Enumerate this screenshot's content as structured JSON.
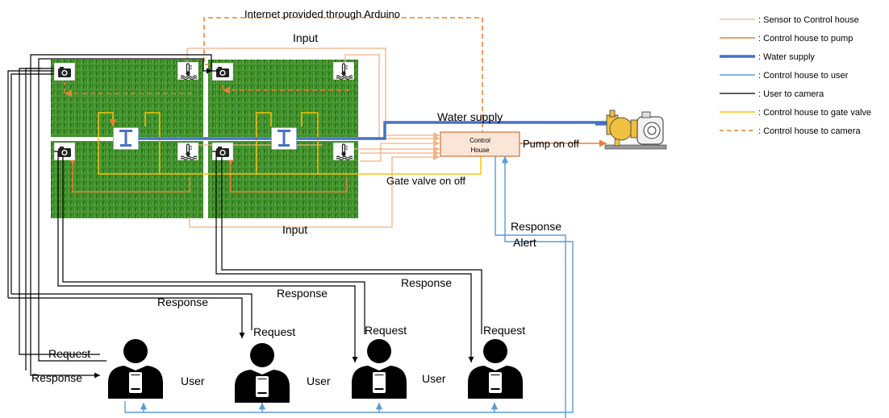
{
  "labels": {
    "internet": "Internet provided through Arduino",
    "input_top": "Input",
    "input_bottom": "Input",
    "water_supply": "Water supply",
    "control_house": [
      "Control",
      "House"
    ],
    "pump_on_off": "Pump on off",
    "gate_valve": "Gate valve on off",
    "response_right": "Response",
    "alert": "Alert"
  },
  "users": [
    {
      "request": "Request",
      "response": "Response",
      "user": "User"
    },
    {
      "request": "Request",
      "response": "Response",
      "user": "User"
    },
    {
      "request": "Request",
      "response": "Response",
      "user": "User"
    },
    {
      "request": "Request",
      "response": "Response",
      "user": ""
    }
  ],
  "legend": [
    {
      "label": ": Sensor to Control house",
      "color": "#f4b183",
      "style": "solid",
      "width": 1.3
    },
    {
      "label": ": Control house to pump",
      "color": "#ed7d31",
      "style": "solid",
      "width": 1.5
    },
    {
      "label": ": Water supply",
      "color": "#4472c4",
      "style": "solid",
      "width": 3.5
    },
    {
      "label": ": Control house to user",
      "color": "#5b9bd5",
      "style": "solid",
      "width": 1.5
    },
    {
      "label": ": User to camera",
      "color": "#000000",
      "style": "solid",
      "width": 1.3
    },
    {
      "label": ": Control house to gate valve",
      "color": "#ffc000",
      "style": "solid",
      "width": 1.5
    },
    {
      "label": ": Control house to camera",
      "color": "#ed7d31",
      "style": "dashed",
      "width": 1.5
    }
  ],
  "icons": {
    "camera": "camera-icon",
    "thermometer": "water-temperature-icon",
    "valve": "gate-valve-icon",
    "pump": "water-pump-icon",
    "user": "user-with-phone-icon"
  },
  "colors": {
    "grass": "#3f8f2a",
    "sensor": "#f4b183",
    "pump_line": "#ed7d31",
    "water": "#4472c4",
    "user_line": "#5b9bd5",
    "gate": "#ffc000",
    "control_fill": "#fbe5d6"
  }
}
